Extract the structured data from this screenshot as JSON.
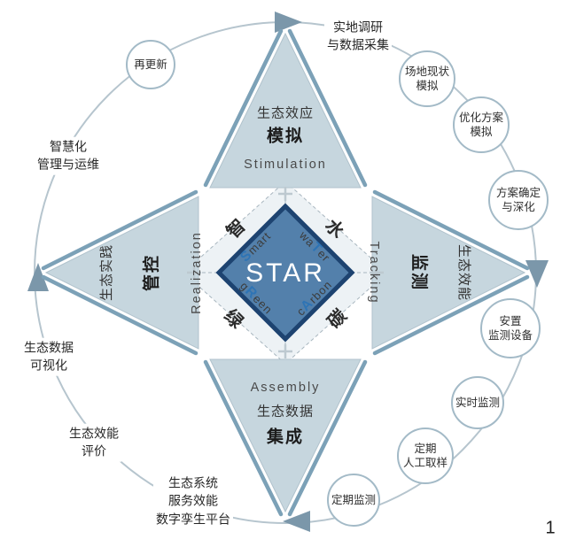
{
  "page_number": "1",
  "center": {
    "label": "STAR"
  },
  "kites": {
    "top_left": {
      "zh": "智",
      "en": {
        "pre": "",
        "hl": "S",
        "post": "mart"
      }
    },
    "top_right": {
      "zh": "水",
      "en": {
        "pre": "wa",
        "hl": "T",
        "post": "er"
      }
    },
    "bottom_left": {
      "zh": "绿",
      "en": {
        "pre": "g",
        "hl": "R",
        "post": "een"
      }
    },
    "bottom_right": {
      "zh": "碳",
      "en": {
        "pre": "c",
        "hl": "A",
        "post": "rbon"
      }
    }
  },
  "petals": {
    "top": {
      "zh1": "生态效应",
      "zh2": "模拟",
      "en": "Stimulation"
    },
    "right": {
      "zh1": "生态效能",
      "zh2": "监测",
      "en": "Tracking"
    },
    "bottom": {
      "en": "Assembly",
      "zh1": "生态数据",
      "zh2": "集成"
    },
    "left": {
      "zh1": "生态实践",
      "zh2": "管控",
      "en": "Realization"
    }
  },
  "cycle": {
    "nodes": [
      {
        "id": "field-research-data-collection",
        "label": "实地调研\n与数据采集",
        "circled": false
      },
      {
        "id": "site-status-simulation",
        "label": "场地现状\n模拟",
        "circled": true
      },
      {
        "id": "optimized-plan-simulation",
        "label": "优化方案\n模拟",
        "circled": true
      },
      {
        "id": "plan-confirmation-deepening",
        "label": "方案确定\n与深化",
        "circled": true
      },
      {
        "id": "install-monitoring-equipment",
        "label": "安置\n监测设备",
        "circled": true
      },
      {
        "id": "real-time-monitoring",
        "label": "实时监测",
        "circled": true
      },
      {
        "id": "periodic-manual-sampling",
        "label": "定期\n人工取样",
        "circled": true
      },
      {
        "id": "periodic-monitoring",
        "label": "定期监测",
        "circled": true
      },
      {
        "id": "ecosystem-service-digital-twin-platform",
        "label": "生态系统\n服务效能\n数字孪生平台",
        "circled": false
      },
      {
        "id": "eco-performance-evaluation",
        "label": "生态效能\n评价",
        "circled": false
      },
      {
        "id": "eco-data-visualization",
        "label": "生态数据\n可视化",
        "circled": false
      },
      {
        "id": "smart-management-operation",
        "label": "智慧化\n管理与运维",
        "circled": false
      },
      {
        "id": "re-update",
        "label": "再更新",
        "circled": true
      }
    ]
  },
  "colors": {
    "accent_blue": "#7ca1b7",
    "petal_fill": "#c6d6de",
    "diamond_fill": "#5380ab",
    "diamond_border": "#1d4370",
    "letter_highlight": "#2e74b5",
    "circle_stroke": "#a3bac7"
  }
}
